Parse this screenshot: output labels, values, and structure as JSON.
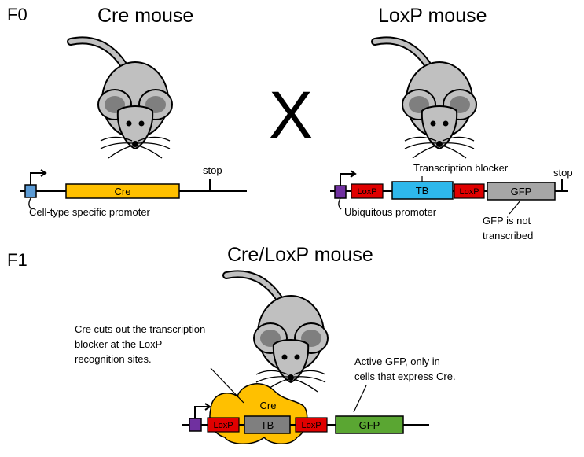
{
  "generations": {
    "f0": "F0",
    "f1": "F1"
  },
  "titles": {
    "cre_mouse": "Cre mouse",
    "loxp_mouse": "LoxP mouse",
    "cre_loxp_mouse": "Cre/LoxP mouse"
  },
  "cross_symbol": "X",
  "cre_construct": {
    "gene": "Cre",
    "stop": "stop",
    "promoter_label": "Cell-type specific promoter"
  },
  "loxp_construct": {
    "loxp1": "LoxP",
    "blocker": "TB",
    "loxp2": "LoxP",
    "reporter": "GFP",
    "stop": "stop",
    "blocker_label": "Transcription blocker",
    "promoter_label": "Ubiquitous promoter",
    "gfp_note": [
      "GFP is not",
      "transcribed"
    ]
  },
  "f1_construct": {
    "loxp1": "LoxP",
    "blocker": "TB",
    "loxp2": "LoxP",
    "reporter": "GFP",
    "cre_enzyme": "Cre"
  },
  "annotations": {
    "cre_cuts": [
      "Cre cuts out the transcription",
      "blocker at the LoxP",
      "recognition sites."
    ],
    "active_gfp": [
      "Active GFP, only in",
      "cells that express Cre."
    ]
  },
  "colors": {
    "promoter_cre": "#5b9bd5",
    "promoter_ubiquitous": "#7030a0",
    "cre_gene": "#ffc000",
    "loxp": "#e00000",
    "tb": "#2eb8ec",
    "gfp_off": "#a6a6a6",
    "gfp_on": "#5aa632",
    "tb_excised": "#7f7f7f",
    "cre_blob": "#ffc000",
    "mouse_body": "#c0c0c0"
  }
}
